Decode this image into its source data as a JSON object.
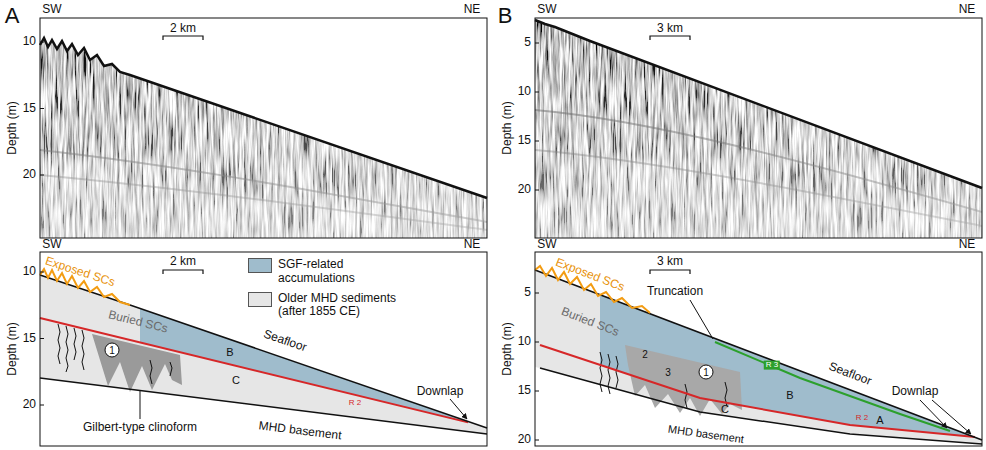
{
  "diagram": {
    "labels": [
      "A",
      "SW",
      "NE",
      "2 km",
      "Depth (m)",
      "10",
      "15",
      "20",
      "SW",
      "NE",
      "2 km",
      "Depth (m)",
      "10",
      "15",
      "20",
      "Exposed SCs",
      "Buried SCs",
      "1",
      "B",
      "Seafloor",
      "C",
      "R 2",
      "Downlap",
      "Gilbert-type clinoform",
      "MHD basement",
      "B",
      "SW",
      "NE",
      "3 km",
      "Depth (m)",
      "5",
      "10",
      "15",
      "20",
      "SW",
      "NE",
      "3 km",
      "Depth (m)",
      "5",
      "10",
      "15",
      "20",
      "Exposed SCs",
      "Buried SCs",
      "Truncation",
      "2",
      "1",
      "3",
      "R 3",
      "Seafloor",
      "B",
      "C",
      "R 2",
      "A",
      "Downlap",
      "MHD basement"
    ],
    "legend": [
      {
        "text": "SGF-related accumulations",
        "color": "#9fbccc"
      },
      {
        "text": "Older MHD sediments (after 1855 CE)",
        "color": "#e6e6e6"
      }
    ]
  }
}
